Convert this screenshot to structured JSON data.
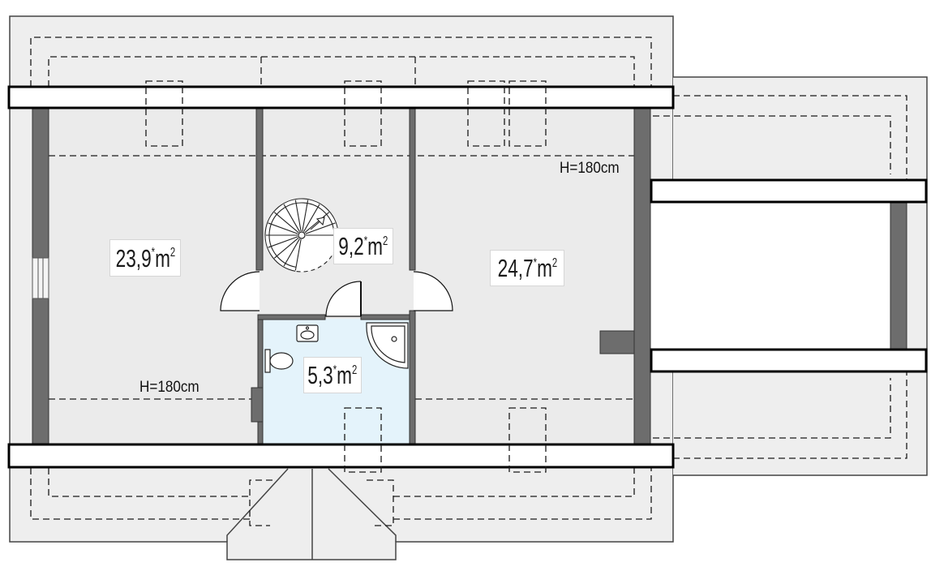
{
  "colors": {
    "roof": "#eeeeee",
    "floor": "#ebebeb",
    "wall": "#6d6d6d",
    "bathroom": "#e4f3fb",
    "outline": "#111111"
  },
  "rooms": {
    "left_room": {
      "area": "23,9"
    },
    "stair_hall": {
      "area": "9,2"
    },
    "right_room": {
      "area": "24,7"
    },
    "bathroom": {
      "area": "5,3"
    }
  },
  "area_notation": {
    "mark": "*",
    "unit": "m",
    "exponent": "2"
  },
  "height_notes": {
    "upper_right": "H=180cm",
    "lower_left": "H=180cm"
  }
}
